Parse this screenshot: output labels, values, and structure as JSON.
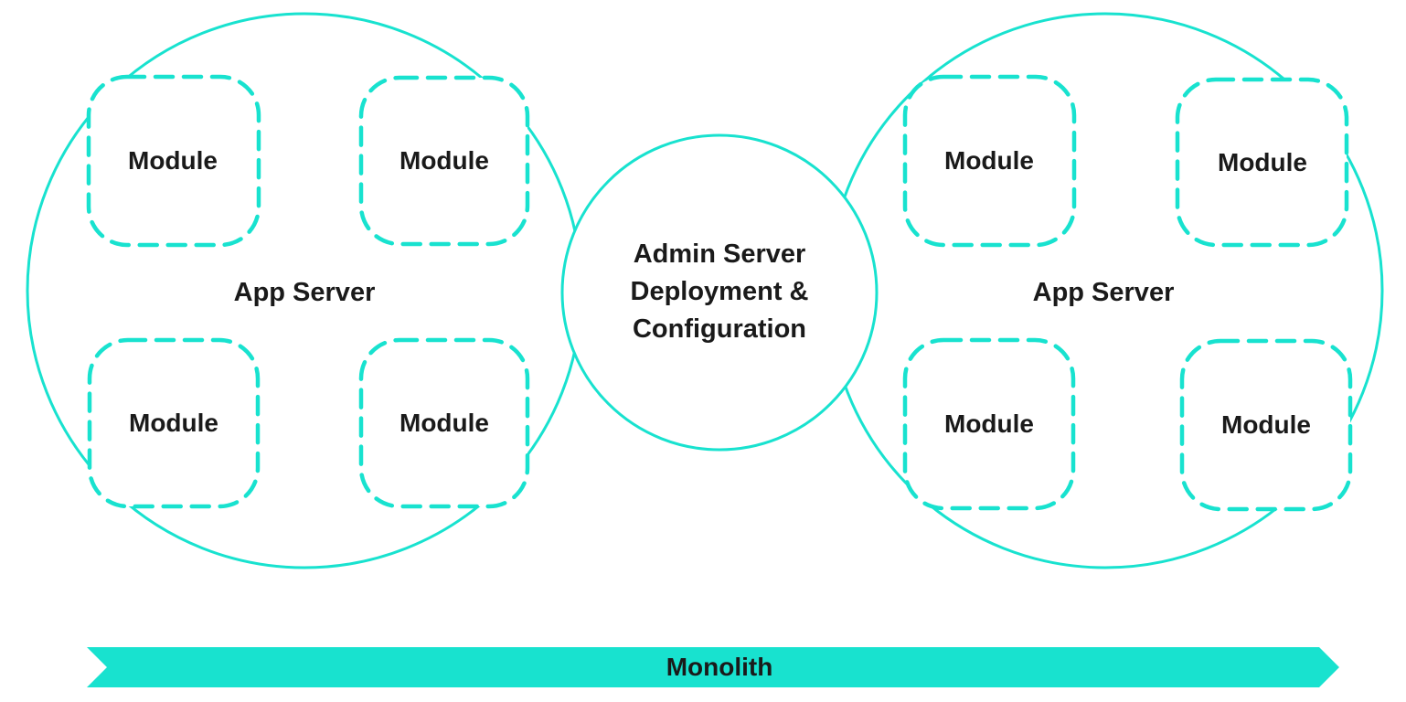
{
  "colors": {
    "accent": "#18E2CF",
    "ink": "#1A1A1A",
    "background": "#FFFFFF"
  },
  "left_app_server": {
    "label": "App Server",
    "modules": [
      "Module",
      "Module",
      "Module",
      "Module"
    ]
  },
  "right_app_server": {
    "label": "App Server",
    "modules": [
      "Module",
      "Module",
      "Module",
      "Module"
    ]
  },
  "center_node": {
    "lines": [
      "Admin Server",
      "Deployment &",
      "Configuration"
    ]
  },
  "arrow": {
    "label": "Monolith"
  }
}
